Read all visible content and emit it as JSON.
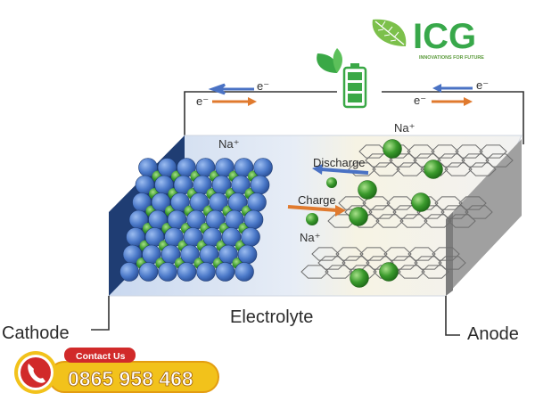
{
  "logo": {
    "name": "ICG",
    "tagline": "INNOVATIONS FOR FUTURE"
  },
  "circuit": {
    "electron_label": "e⁻",
    "battery_icon": "battery-leaf-icon"
  },
  "ions": {
    "na_label": "Na⁺"
  },
  "flows": {
    "discharge_label": "Discharge",
    "charge_label": "Charge"
  },
  "labels": {
    "cathode": "Cathode",
    "electrolyte": "Electrolyte",
    "anode": "Anode"
  },
  "contact": {
    "badge": "Contact Us",
    "phone": "0865 958 468"
  },
  "colors": {
    "cathode_dark": "#1f3d73",
    "cathode_ball": "#4a78c8",
    "ion_green": "#3a9a2c",
    "anode_gray": "#a0a0a0",
    "arrow_blue": "#4a72c4",
    "arrow_orange": "#e07a2e",
    "contact_red": "#d12a2a",
    "contact_yellow": "#f2c21b"
  }
}
